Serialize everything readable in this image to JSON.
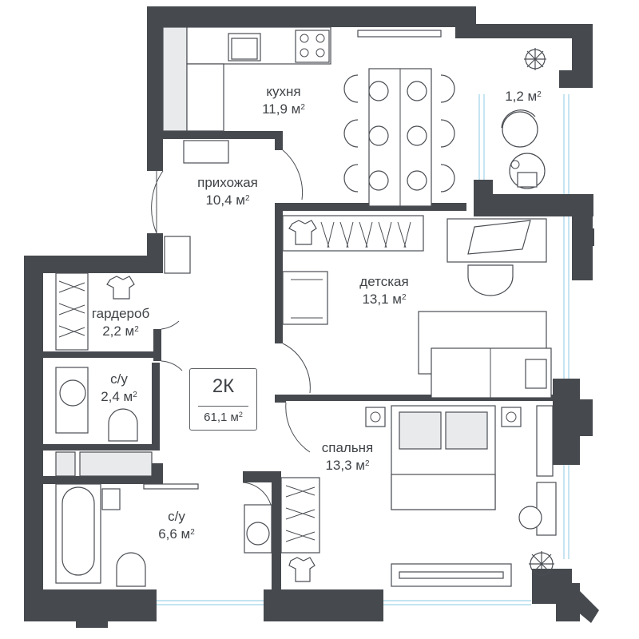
{
  "plan": {
    "rooms": [
      {
        "id": "kitchen",
        "name": "кухня",
        "area": "11,9 м",
        "sup": "2"
      },
      {
        "id": "balcony",
        "name": "",
        "area": "1,2 м",
        "sup": "2"
      },
      {
        "id": "hallway",
        "name": "прихожая",
        "area": "10,4 м",
        "sup": "2"
      },
      {
        "id": "nursery",
        "name": "детская",
        "area": "13,1 м",
        "sup": "2"
      },
      {
        "id": "wardrobe",
        "name": "гардероб",
        "area": "2,2 м",
        "sup": "2"
      },
      {
        "id": "bath-small",
        "name": "с/у",
        "area": "2,4 м",
        "sup": "2"
      },
      {
        "id": "bedroom",
        "name": "спальня",
        "area": "13,3 м",
        "sup": "2"
      },
      {
        "id": "bath-large",
        "name": "с/у",
        "area": "6,6 м",
        "sup": "2"
      }
    ],
    "summary": {
      "type": "2К",
      "total_area": "61,1 м",
      "sup": "2"
    }
  },
  "colors": {
    "wall": "#464a4f",
    "line": "#4a4e53",
    "glass": "#9fd3e8",
    "fill_light": "#e9eaeb"
  },
  "icons": [
    "plant-icon",
    "armchair-icon",
    "stove-icon",
    "sink-icon",
    "toilet-icon",
    "bathtub-icon",
    "bed-icon",
    "wardrobe-icon",
    "shirt-icon"
  ]
}
